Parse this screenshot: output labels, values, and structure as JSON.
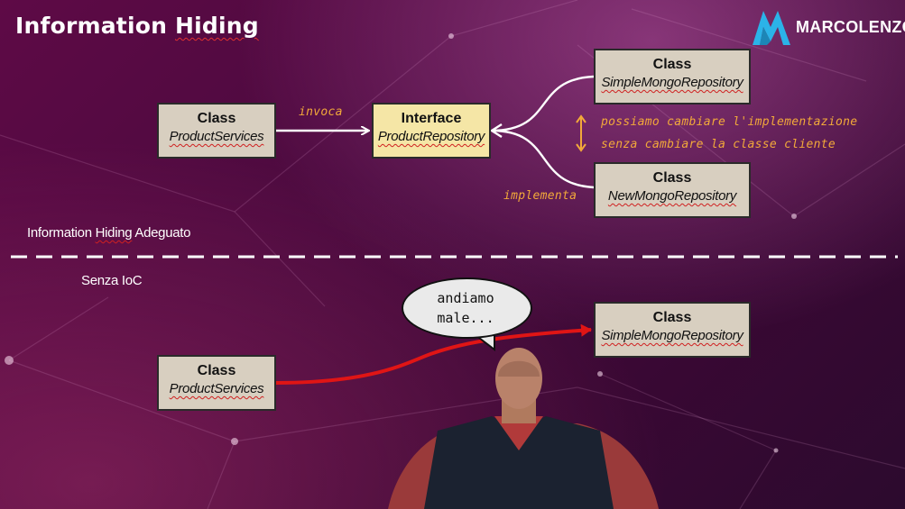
{
  "slide": {
    "title_prefix": "Information ",
    "title_word": "Hiding",
    "brand": "MARCOLENZO.IT"
  },
  "top": {
    "client": {
      "kind": "Class",
      "name": "ProductServices"
    },
    "interface": {
      "kind": "Interface",
      "name": "ProductRepository"
    },
    "impl_a": {
      "kind": "Class",
      "name": "SimpleMongoRepository"
    },
    "impl_b": {
      "kind": "Class",
      "name": "NewMongoRepository"
    },
    "invoca": "invoca",
    "implementa": "implementa",
    "note_line1": "possiamo cambiare l'implementazione",
    "note_line2": "senza cambiare la classe cliente",
    "section_label_a": "Information ",
    "section_label_b": "Hiding",
    "section_label_c": " Adeguato"
  },
  "bottom": {
    "section_label": "Senza IoC",
    "client": {
      "kind": "Class",
      "name": "ProductServices"
    },
    "impl": {
      "kind": "Class",
      "name": "SimpleMongoRepository"
    },
    "bubble_line1": "andiamo",
    "bubble_line2": "male..."
  },
  "colors": {
    "accent_orange": "#f2a93a",
    "arrow_red": "#e01515",
    "box_fill": "#d8cfc0",
    "interface_fill": "#f5e6a6",
    "logo_cyan": "#2bb3e8"
  }
}
